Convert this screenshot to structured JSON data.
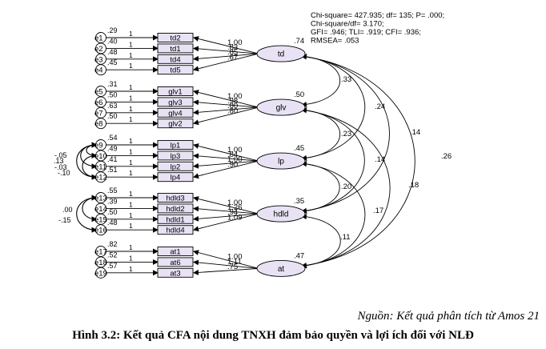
{
  "fit_stats": [
    "Chi-square= 427.935; df= 135; P= .000;",
    "Chi-square/df= 3.170;",
    "GFI= .946; TLI= .919; CFI= .936;",
    "RMSEA= .053"
  ],
  "groups": [
    {
      "factor": "td",
      "factor_var": ".74",
      "items": [
        {
          "error": "e1",
          "error_var": ".29",
          "name": "td2",
          "loading": "1.00"
        },
        {
          "error": "e2",
          "error_var": ".40",
          "name": "td1",
          "loading": ".83"
        },
        {
          "error": "e3",
          "error_var": ".48",
          "name": "td4",
          "loading": ".85"
        },
        {
          "error": "e4",
          "error_var": ".45",
          "name": "td5",
          "loading": ".67"
        }
      ]
    },
    {
      "factor": "glv",
      "factor_var": ".50",
      "items": [
        {
          "error": "e5",
          "error_var": ".31",
          "name": "glv1",
          "loading": "1.00"
        },
        {
          "error": "e6",
          "error_var": ".50",
          "name": "glv3",
          "loading": ".98"
        },
        {
          "error": "e7",
          "error_var": ".63",
          "name": "glv4",
          "loading": ".80"
        },
        {
          "error": "e8",
          "error_var": ".50",
          "name": "glv2",
          "loading": ".80"
        }
      ]
    },
    {
      "factor": "lp",
      "factor_var": ".45",
      "items": [
        {
          "error": "e9",
          "error_var": ".54",
          "name": "lp1",
          "loading": "1.00"
        },
        {
          "error": "e10",
          "error_var": ".49",
          "name": "lp3",
          "loading": ".84"
        },
        {
          "error": "e11",
          "error_var": ".41",
          "name": "lp2",
          "loading": "1.00"
        },
        {
          "error": "e12",
          "error_var": ".51",
          "name": "lp4",
          "loading": ".90"
        }
      ]
    },
    {
      "factor": "hdld",
      "factor_var": ".35",
      "items": [
        {
          "error": "e13",
          "error_var": ".55",
          "name": "hdld3",
          "loading": "1.00"
        },
        {
          "error": "e14",
          "error_var": ".39",
          "name": "hdld2",
          "loading": "1.26"
        },
        {
          "error": "e15",
          "error_var": ".50",
          "name": "hdld1",
          "loading": ".94"
        },
        {
          "error": "e16",
          "error_var": ".48",
          "name": "hdld4",
          "loading": "1.09"
        }
      ]
    },
    {
      "factor": "at",
      "factor_var": ".47",
      "items": [
        {
          "error": "e17",
          "error_var": ".82",
          "name": "at1",
          "loading": "1.00"
        },
        {
          "error": "e18",
          "error_var": ".52",
          "name": "at6",
          "loading": "1.11"
        },
        {
          "error": "e19",
          "error_var": ".57",
          "name": "at3",
          "loading": ".75"
        }
      ]
    }
  ],
  "fixed_path_label": "1",
  "factor_covariances": [
    {
      "from": "td",
      "to": "glv",
      "value": ".33"
    },
    {
      "from": "td",
      "to": "lp",
      "value": ".24"
    },
    {
      "from": "td",
      "to": "hdld",
      "value": ".14"
    },
    {
      "from": "td",
      "to": "at",
      "value": ".26"
    },
    {
      "from": "glv",
      "to": "lp",
      "value": ".23"
    },
    {
      "from": "glv",
      "to": "hdld",
      "value": ".14"
    },
    {
      "from": "glv",
      "to": "at",
      "value": ".18"
    },
    {
      "from": "lp",
      "to": "hdld",
      "value": ".20"
    },
    {
      "from": "lp",
      "to": "at",
      "value": ".17"
    },
    {
      "from": "hdld",
      "to": "at",
      "value": ".11"
    }
  ],
  "error_covariances": [
    {
      "from": "e9",
      "to": "e10",
      "value": "-.05"
    },
    {
      "from": "e9",
      "to": "e11",
      "value": ".13"
    },
    {
      "from": "e10",
      "to": "e12",
      "value": "-.03"
    },
    {
      "from": "e9",
      "to": "e12",
      "value": "-.10"
    },
    {
      "from": "e13",
      "to": "e15",
      "value": ".00"
    },
    {
      "from": "e13",
      "to": "e16",
      "value": "-.15"
    }
  ],
  "caption_source": "Nguồn: Kết quả phân tích từ Amos 21",
  "caption_title": "Hình 3.2: Kết quả CFA nội dung TNXH đảm bảo quyền và lợi ích đối với NLĐ"
}
